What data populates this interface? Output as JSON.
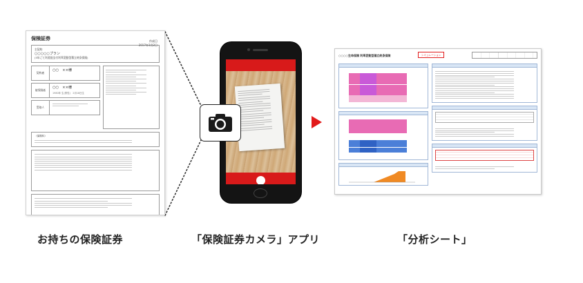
{
  "certificate": {
    "title": "保険証券",
    "date_label": "作成日",
    "date_value": "2017年3月2日",
    "plan_label": "主契約",
    "plan_name": "○○○○○プラン",
    "plan_sub": "(5年ごと利差配当付利率変動型積立終身保険)",
    "policyholder_label": "契約者",
    "insured_label": "被保険者",
    "beneficiary_label": "受取人",
    "person_name": "○○　××様",
    "person_birth": "1980年 生(男性)　2月18日生",
    "premium_label": "〈保険料〉"
  },
  "phone": {
    "screen_color": "#d81a1a"
  },
  "icons": {
    "camera": "camera-icon",
    "arrow": "right-arrow-icon"
  },
  "sheet": {
    "title": "○○○○生命保険 利率変動型積立終身保険",
    "badge": "シミュレーション"
  },
  "captions": {
    "certificate": "お持ちの保険証券",
    "app": "「保険証券カメラ」アプリ",
    "sheet": "「分析シート」"
  },
  "colors": {
    "accent": "#e21a1a",
    "chart_pink": "#e86bb4",
    "chart_blue": "#4b7fd8",
    "chart_orange": "#f08a24"
  }
}
